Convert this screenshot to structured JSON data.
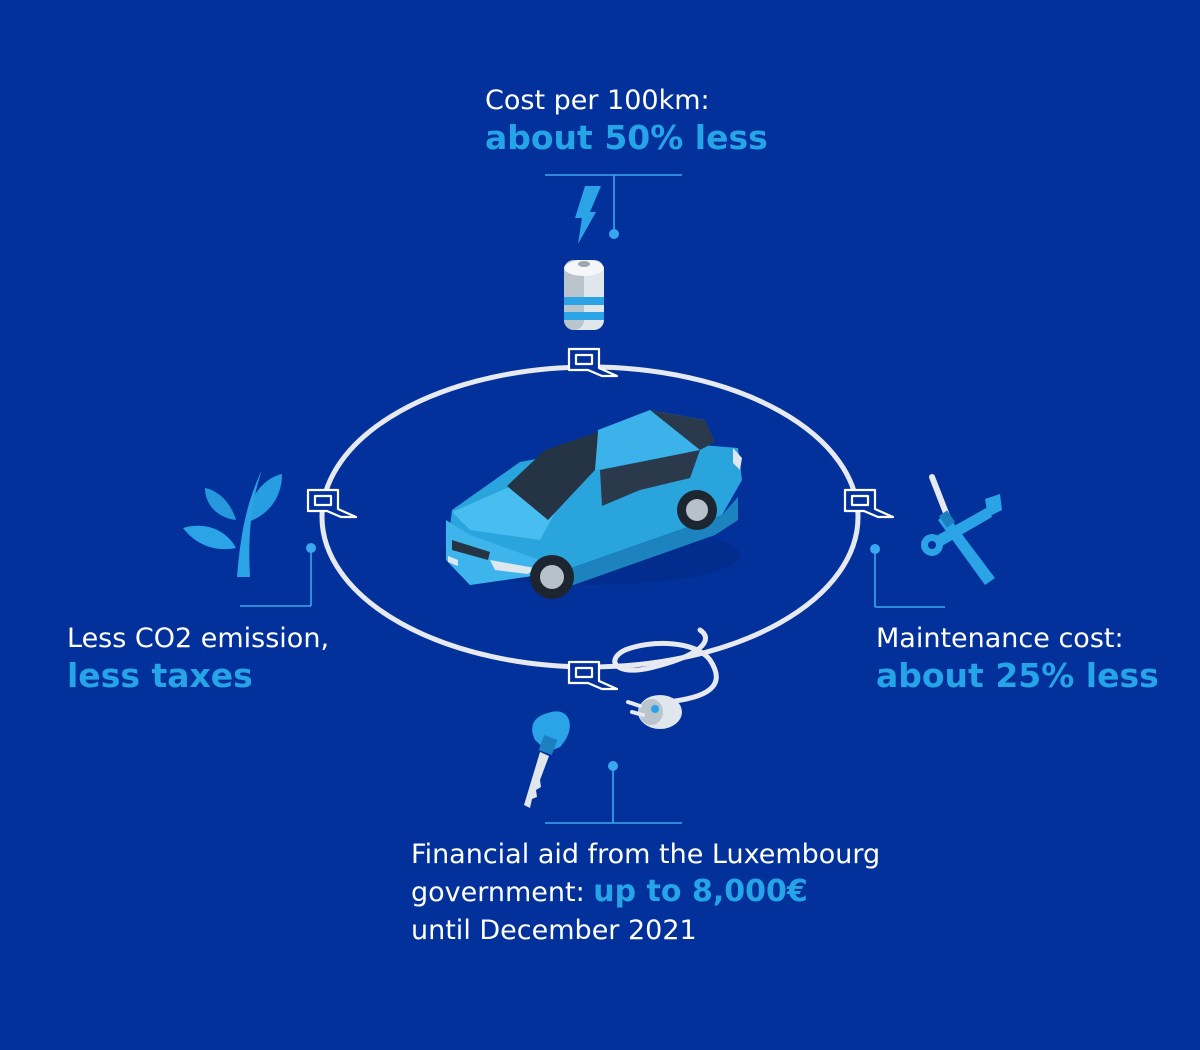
{
  "colors": {
    "background": "#03319b",
    "accent": "#26a4e8",
    "text": "#ffffff",
    "ring": "#e6e9f0",
    "car_body": "#2aa4dd"
  },
  "top": {
    "line1": "Cost per 100km:",
    "line2": "about 50% less",
    "icons": [
      "lightning-icon",
      "battery-icon"
    ]
  },
  "left": {
    "line1": "Less CO2 emission,",
    "line2": "less taxes",
    "icons": [
      "leaf-icon"
    ]
  },
  "right": {
    "line1": "Maintenance cost:",
    "line2": "about 25% less",
    "icons": [
      "wrench-icon",
      "screwdriver-icon"
    ]
  },
  "bottom": {
    "line1": "Financial aid from the Luxembourg",
    "line2_prefix": "government: ",
    "line2_highlight": "up to 8,000€",
    "line3": "until December 2021",
    "icons": [
      "key-icon",
      "plug-icon"
    ]
  },
  "center": {
    "icons": [
      "electric-car-icon",
      "ring-badge-icon"
    ]
  }
}
